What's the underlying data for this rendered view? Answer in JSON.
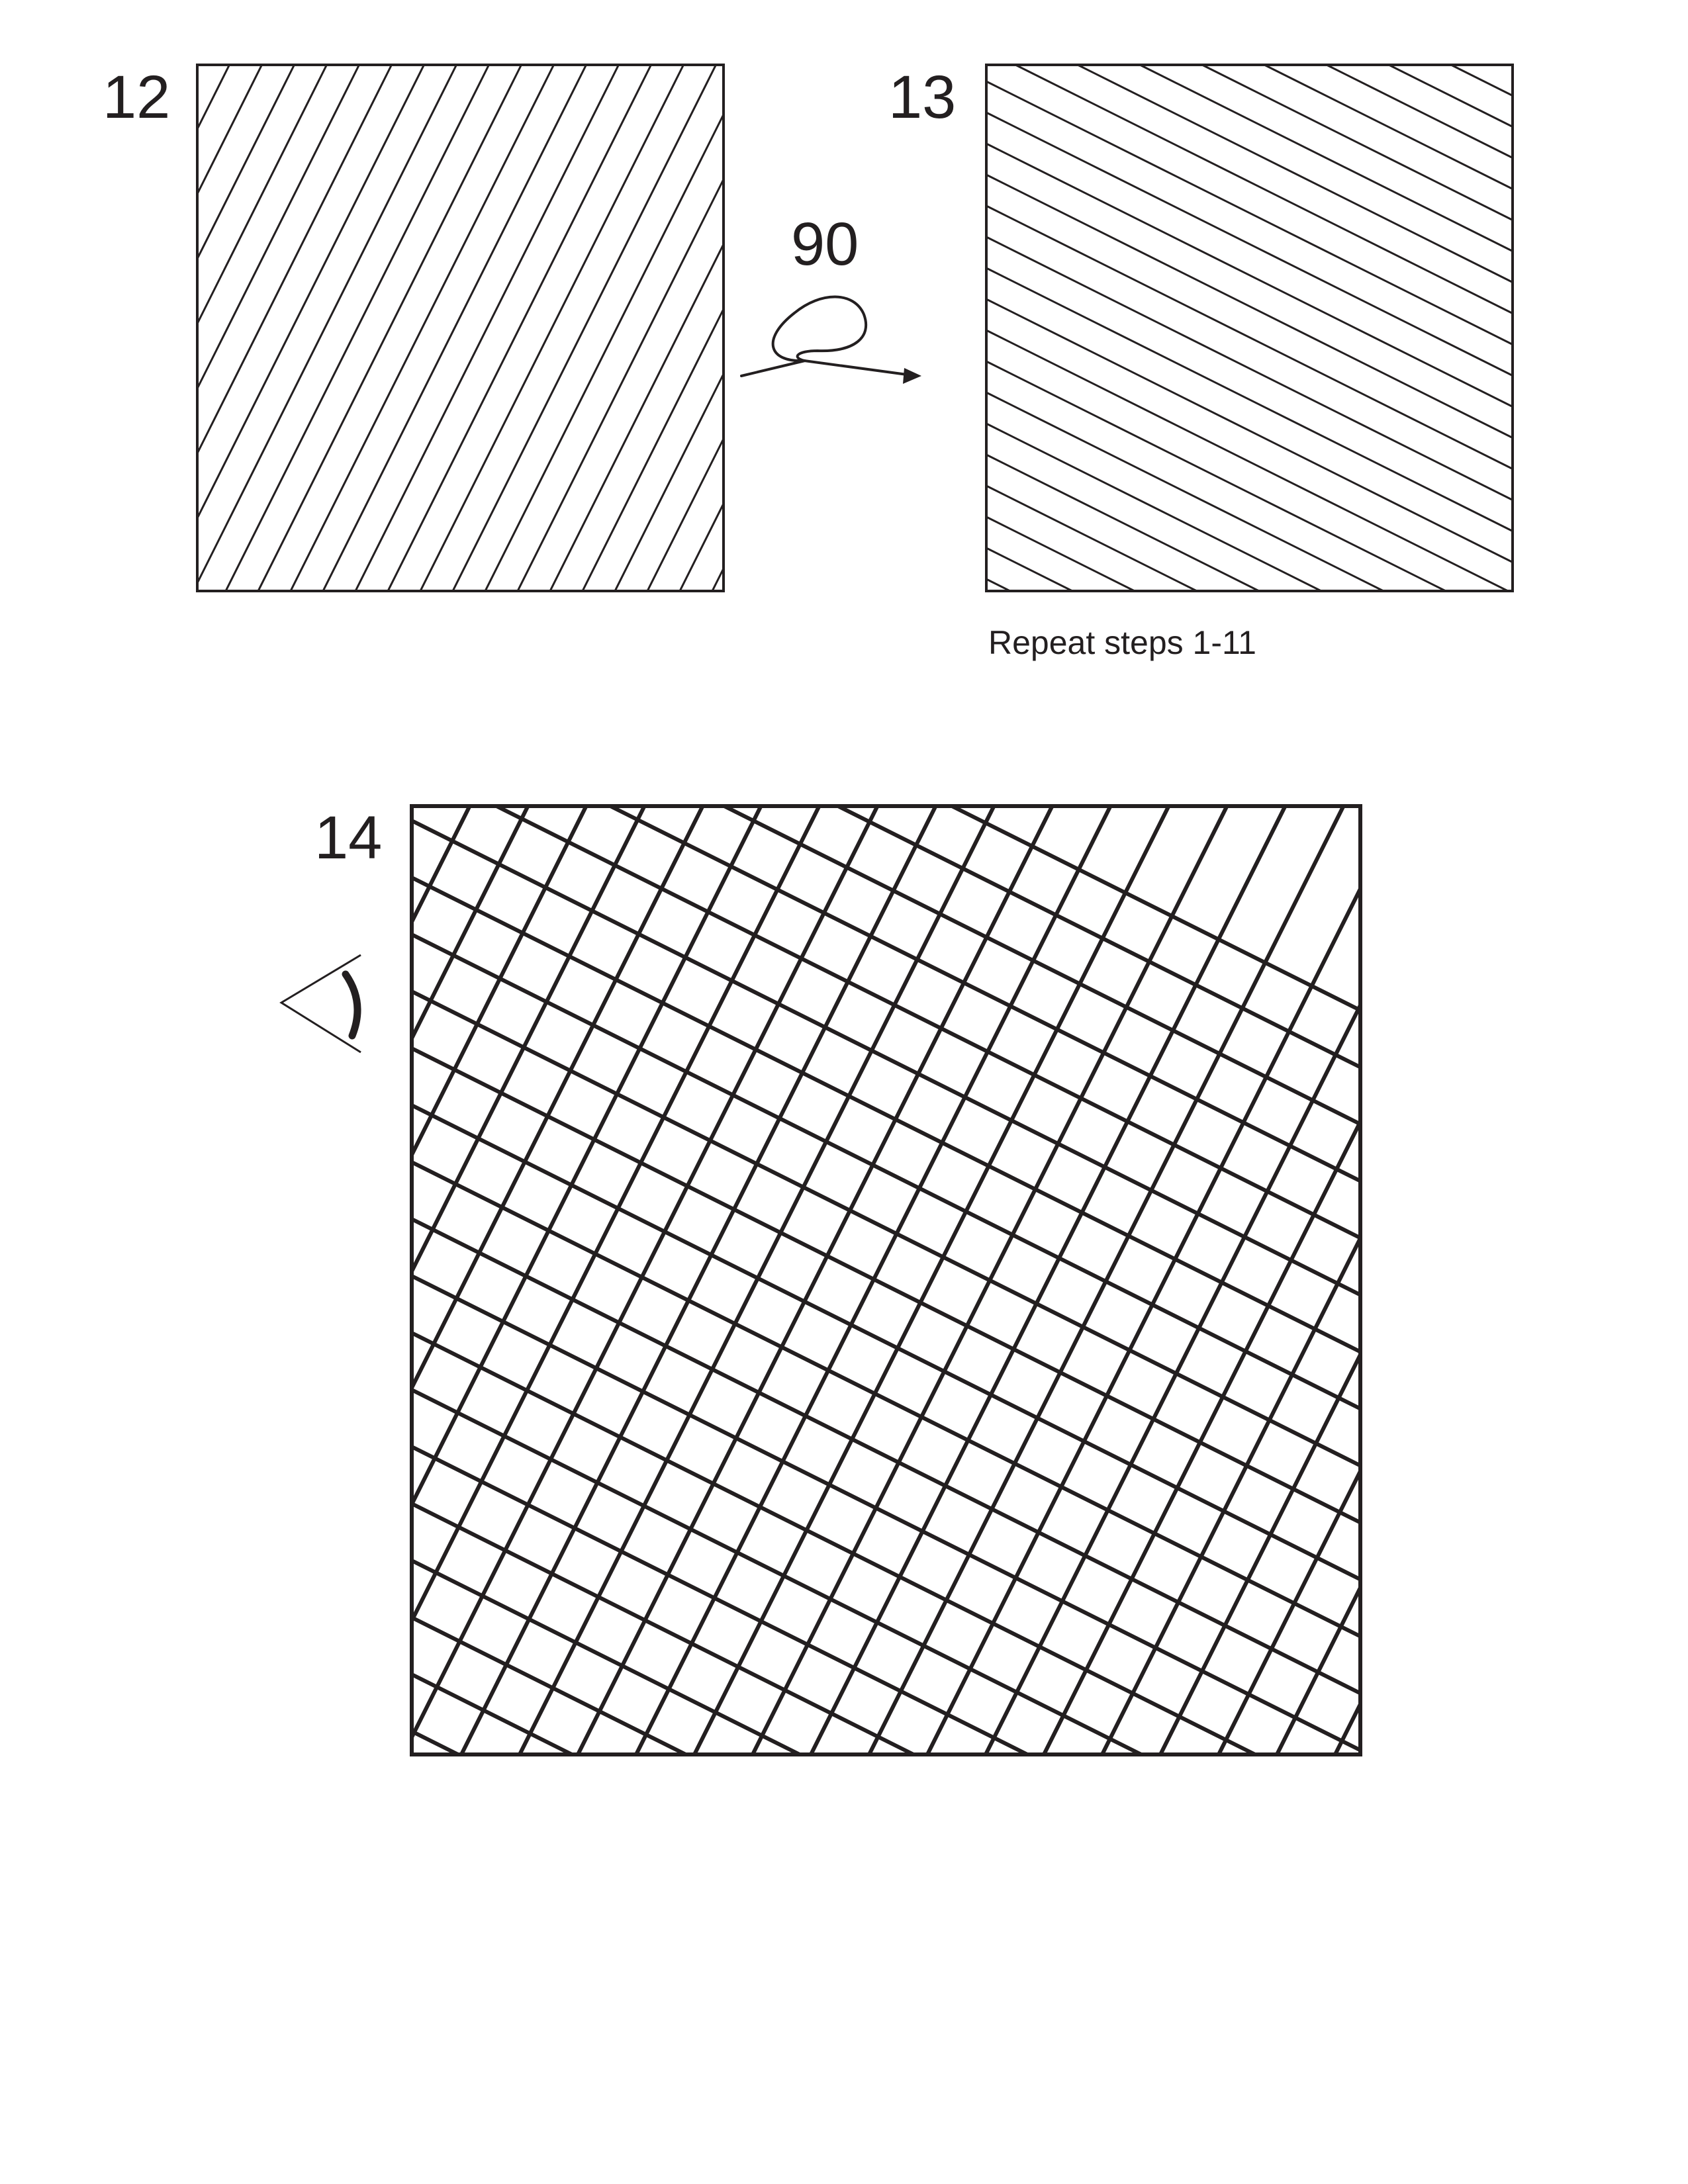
{
  "steps": [
    {
      "number": "12"
    },
    {
      "number": "13",
      "caption": "Repeat steps 1-11"
    },
    {
      "number": "14"
    }
  ],
  "rotation": {
    "label": "90",
    "degrees": 90
  },
  "icons": {
    "rotate": "rotate-arrow-icon",
    "eye": "eye-icon"
  },
  "colors": {
    "ink": "#231f20",
    "background": "#ffffff"
  }
}
